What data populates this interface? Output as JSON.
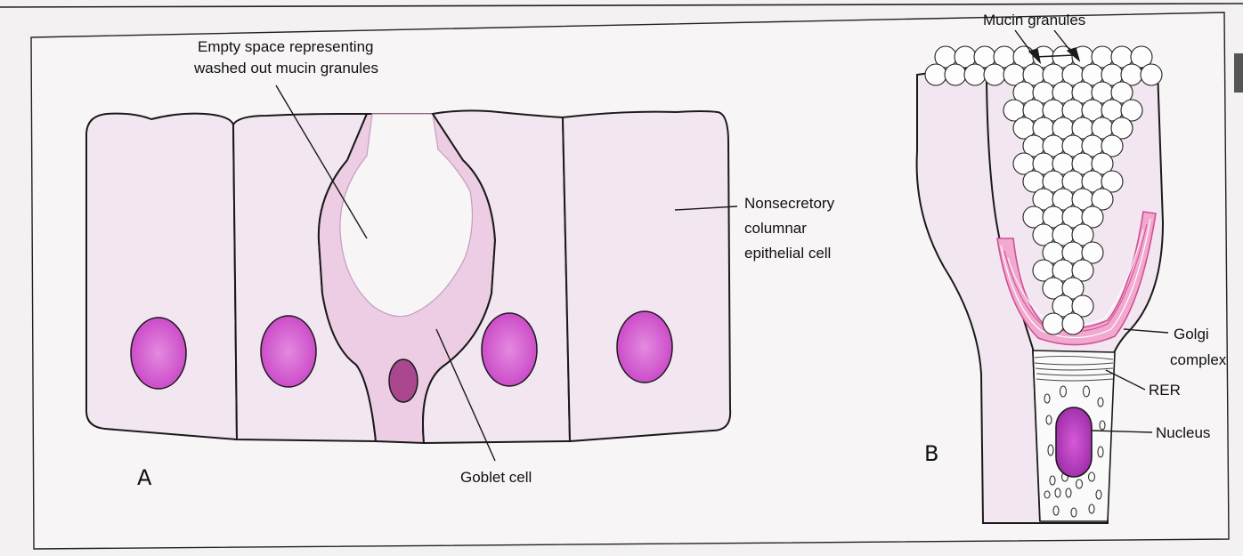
{
  "panel_a": {
    "letter": "A",
    "labels": {
      "empty_space_line1": "Empty space representing",
      "empty_space_line2": "washed out mucin granules",
      "nonsecretory_line1": "Nonsecretory",
      "nonsecretory_line2": "columnar",
      "nonsecretory_line3": "epithelial cell",
      "goblet_cell": "Goblet cell"
    }
  },
  "panel_b": {
    "letter": "B",
    "labels": {
      "mucin_granules": "Mucin granules",
      "golgi_line1": "Golgi",
      "golgi_line2": "complex",
      "rer": "RER",
      "nucleus": "Nucleus"
    }
  },
  "colors": {
    "cell_fill": "#f2e6f0",
    "goblet_fill": "#eccde3",
    "nucleus": "#d24fcf",
    "goblet_nucleus": "#a9478f",
    "golgi": "#e07ab4",
    "line": "#1a1a1a"
  }
}
